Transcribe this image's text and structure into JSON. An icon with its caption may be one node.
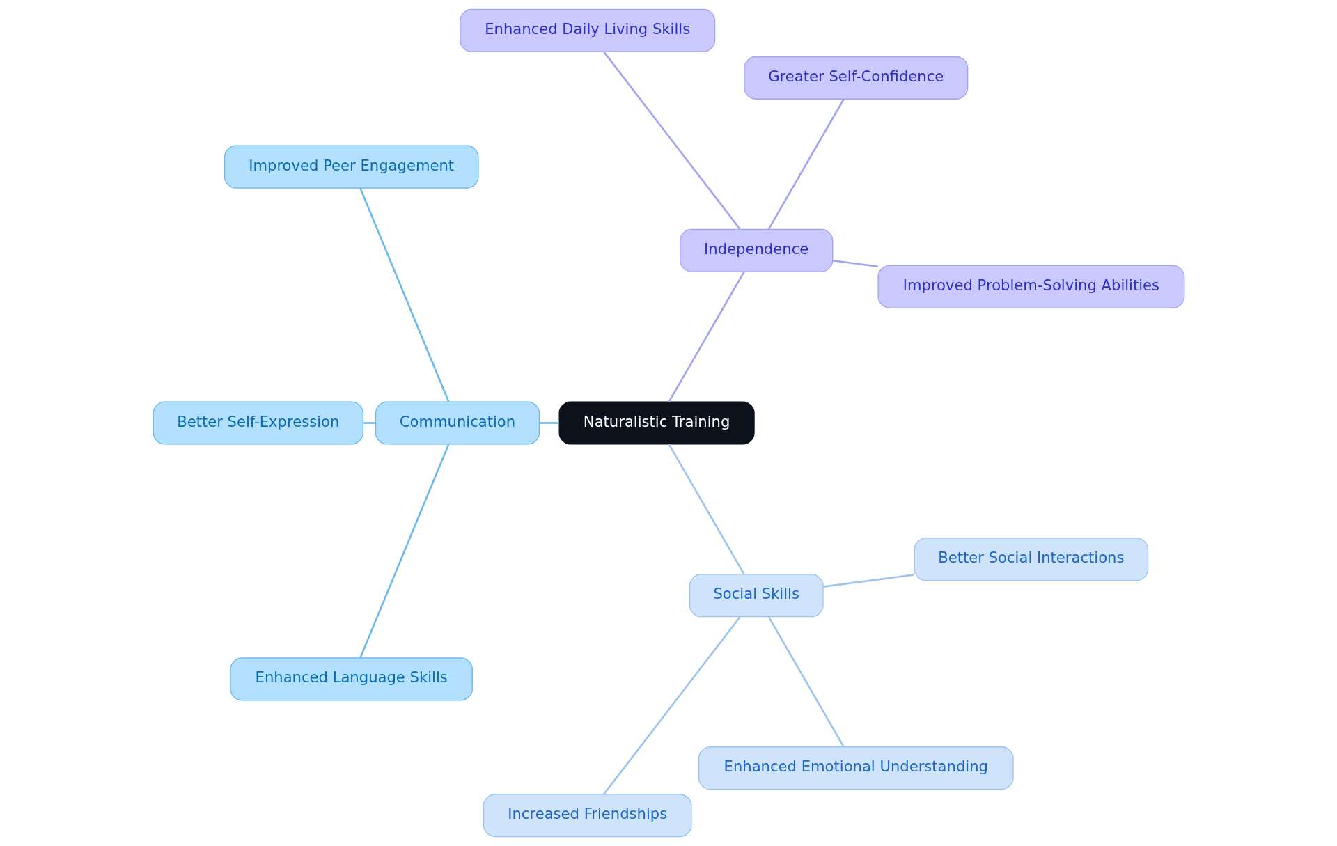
{
  "diagram": {
    "nodes": [
      {
        "text": [
          "Naturalistic Training"
        ]
      },
      {
        "text": [
          "Independence"
        ]
      },
      {
        "text": [
          "Improved Problem-Solving Abilities"
        ]
      },
      {
        "text": [
          "Greater Self-Confidence"
        ]
      },
      {
        "text": [
          "Enhanced Daily Living Skills"
        ]
      },
      {
        "text": [
          "Communication"
        ]
      },
      {
        "text": [
          "Improved Peer Engagement"
        ]
      },
      {
        "text": [
          "Better Self-Expression"
        ]
      },
      {
        "text": [
          "Enhanced Language Skills"
        ]
      },
      {
        "text": [
          "Social Skills"
        ]
      },
      {
        "text": [
          "Increased Friendships"
        ]
      },
      {
        "text": [
          "Enhanced Emotional Understanding"
        ]
      },
      {
        "text": [
          "Better Social Interactions"
        ]
      }
    ],
    "edges": [
      {
        "from": 0,
        "to": 1,
        "arrow": "none",
        "color": "#a3a3f0"
      },
      {
        "from": 1,
        "to": 2,
        "arrow": "none",
        "color": "#a3a3f0"
      },
      {
        "from": 1,
        "to": 3,
        "arrow": "none",
        "color": "#a3a3f0"
      },
      {
        "from": 1,
        "to": 4,
        "arrow": "none",
        "color": "#a3a3f0"
      },
      {
        "from": 0,
        "to": 5,
        "arrow": "none",
        "color": "#6cbaeb"
      },
      {
        "from": 5,
        "to": 6,
        "arrow": "none",
        "color": "#6cbaeb"
      },
      {
        "from": 5,
        "to": 7,
        "arrow": "none",
        "color": "#6cbaeb"
      },
      {
        "from": 5,
        "to": 8,
        "arrow": "none",
        "color": "#6cbaeb"
      },
      {
        "from": 0,
        "to": 9,
        "arrow": "none",
        "color": "#9cc4ee"
      },
      {
        "from": 9,
        "to": 10,
        "arrow": "none",
        "color": "#9cc4ee"
      },
      {
        "from": 9,
        "to": 11,
        "arrow": "none",
        "color": "#9cc4ee"
      },
      {
        "from": 9,
        "to": 12,
        "arrow": "none",
        "color": "#9cc4ee"
      }
    ]
  }
}
